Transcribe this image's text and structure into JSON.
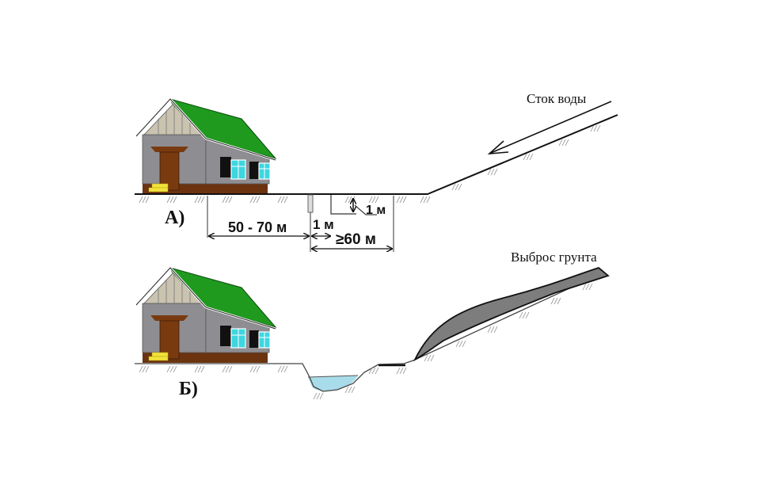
{
  "panels": {
    "a": {
      "label": "А)",
      "dimensions": {
        "house_to_ditch": "50 - 70 м",
        "ditch_width": "1 м",
        "ditch_depth": "1 м",
        "ditch_to_slope": "≥60 м"
      },
      "annotation": "Сток воды"
    },
    "b": {
      "label": "Б)",
      "annotation": "Выброс грунта"
    }
  },
  "colors": {
    "roof": "#1f9a1f",
    "wall": "#8e8e92",
    "gable": "#c9c3b0",
    "door": "#7a3a10",
    "foundation": "#6b3310",
    "window_glass": "#3ed6e0",
    "steps": "#f2e23a",
    "water": "#a9dcea",
    "spoil": "#7d7d7d"
  }
}
